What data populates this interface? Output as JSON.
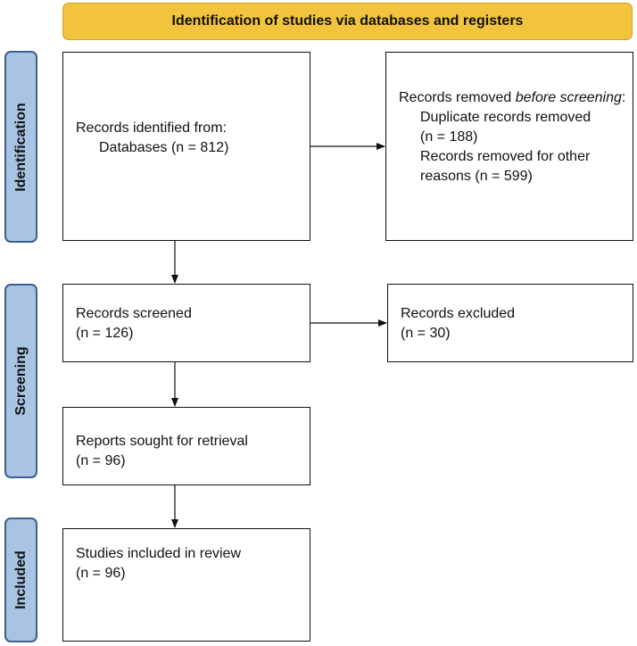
{
  "header": "Identification of studies via databases and registers",
  "phases": {
    "identification": "Identification",
    "screening": "Screening",
    "included": "Included"
  },
  "boxes": {
    "records_identified": {
      "line1": "Records identified from:",
      "line2": "Databases (n = 812)"
    },
    "records_removed": {
      "title_prefix": "Records removed ",
      "title_italic": "before screening",
      "title_suffix": ":",
      "dup_line1": "Duplicate records removed",
      "dup_line2": "(n = 188)",
      "other_line1": "Records removed for other",
      "other_line2": "reasons (n = 599)"
    },
    "records_screened": {
      "line1": "Records screened",
      "line2": "(n = 126)"
    },
    "records_excluded": {
      "line1": "Records excluded",
      "line2": "(n = 30)"
    },
    "reports_sought": {
      "line1": "Reports sought for retrieval",
      "line2": "(n = 96)"
    },
    "studies_included": {
      "line1": "Studies included in review",
      "line2": "(n = 96)"
    }
  },
  "colors": {
    "header_fill": "#f2c43d",
    "phase_fill": "#a9c3e4",
    "phase_border": "#3d5f8e"
  }
}
